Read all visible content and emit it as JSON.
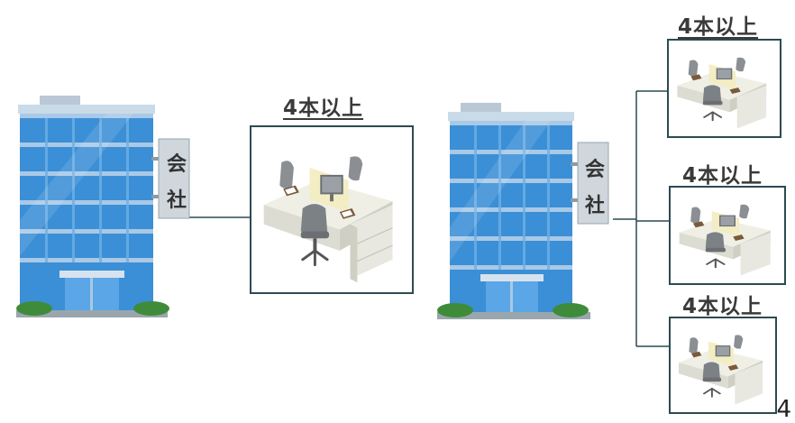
{
  "diagram": {
    "left_building": {
      "sign_chars": [
        "会",
        "社"
      ]
    },
    "right_building": {
      "sign_chars": [
        "会",
        "社"
      ]
    },
    "left_office": {
      "label": "4本以上"
    },
    "right_offices": [
      {
        "label": "4本以上"
      },
      {
        "label": "4本以上"
      },
      {
        "label": "4本以上"
      }
    ]
  },
  "page_number": "4",
  "colors": {
    "building_glass": "#3b8fd6",
    "building_frame": "#a9c9e6",
    "connector_line": "#2c4a52",
    "box_border": "#2c4a52",
    "label_text": "#3a3a3a"
  }
}
